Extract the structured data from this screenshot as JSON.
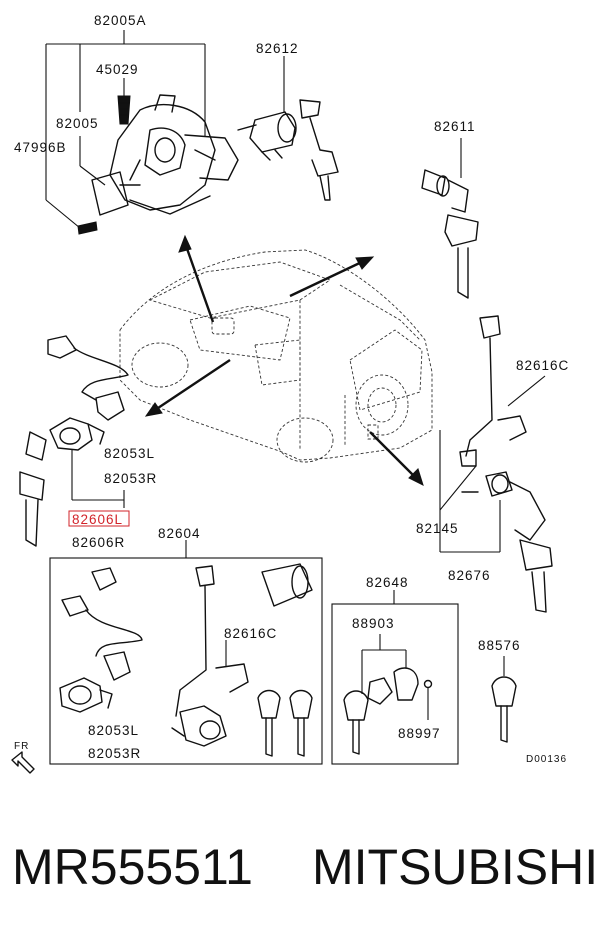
{
  "callouts": {
    "c82005A": "82005A",
    "c45029": "45029",
    "c82005": "82005",
    "c47996B": "47996B",
    "c82612": "82612",
    "c82611": "82611",
    "c82616C_right": "82616C",
    "c82053L_left": "82053L",
    "c82053R_left": "82053R",
    "c82606L": "82606L",
    "c82606R": "82606R",
    "c82604": "82604",
    "c82616C_box": "82616C",
    "c82053L_box": "82053L",
    "c82053R_box": "82053R",
    "c82145": "82145",
    "c82676": "82676",
    "c82648": "82648",
    "c88903": "88903",
    "c88997": "88997",
    "c88576": "88576"
  },
  "front_marker": "FR",
  "diagram_code": "D00136",
  "highlight_color": "#d2232a",
  "caption": {
    "part_number": "MR555511",
    "brand": "MITSUBISHI"
  }
}
